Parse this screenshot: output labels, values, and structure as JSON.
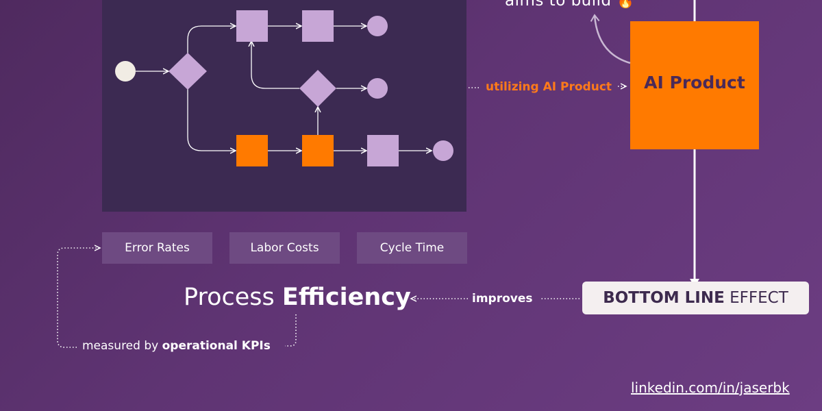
{
  "top_annotation": {
    "text": "aims to build",
    "icon": "fire-icon",
    "emoji": "🔥"
  },
  "ai_product": {
    "label": "AI Product",
    "color": "#ff7a00"
  },
  "utilizing": {
    "label": "utilizing AI Product",
    "color": "#ff7a1a"
  },
  "kpis": [
    {
      "label": "Error Rates"
    },
    {
      "label": "Labor Costs"
    },
    {
      "label": "Cycle Time"
    }
  ],
  "process_efficiency": {
    "prefix": "Process",
    "bold": "Efficiency"
  },
  "improves": {
    "label": "improves"
  },
  "bottom_line": {
    "bold": "BOTTOM LINE",
    "rest": "EFFECT"
  },
  "measured": {
    "prefix": "measured by",
    "bold": "operational KPIs"
  },
  "footer": {
    "link": "linkedin.com/in/jaserbk"
  },
  "colors": {
    "background": "#5f3473",
    "flow_panel": "#3c2a52",
    "lavender_shape": "#c7a6d6",
    "orange_shape": "#ff7a00",
    "cream_node": "#f1ece4",
    "kpi_box": "#6e4a82"
  }
}
